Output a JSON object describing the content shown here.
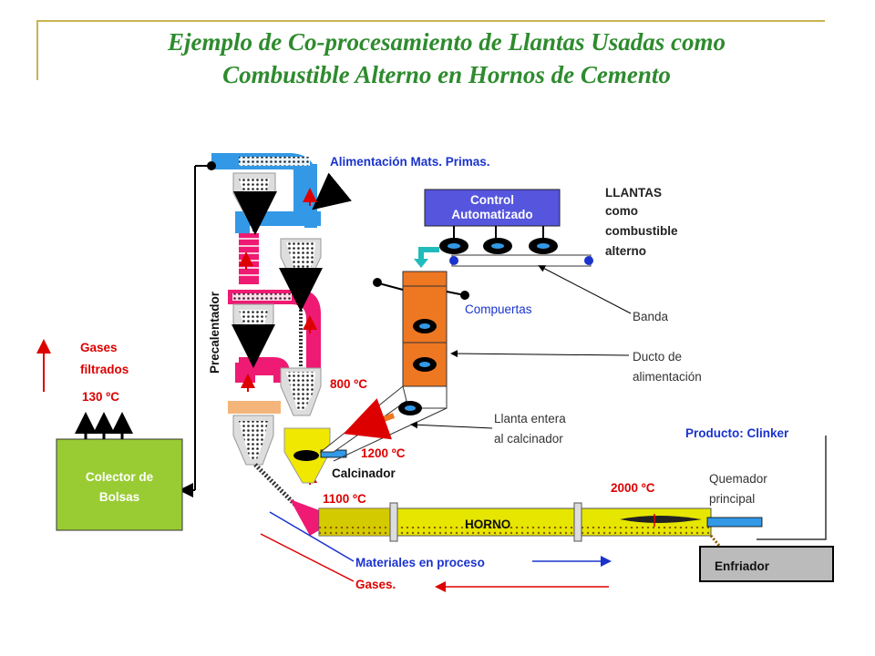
{
  "title": {
    "line1": "Ejemplo de Co-procesamiento de Llantas Usadas como",
    "line2": "Combustible  Alterno en Hornos de Cemento"
  },
  "colors": {
    "title": "#2e8b2e",
    "blue_duct": "#3399e6",
    "pink_duct": "#ee1a73",
    "kiln": "#e6e600",
    "collector": "#99cc33",
    "control_box": "#5555dd",
    "feed_duct": "#ee7722",
    "label_blue": "#1a33cc",
    "label_red": "#dd0000"
  },
  "labels": {
    "alimentacion": "Alimentación  Mats. Primas.",
    "control_line1": "Control",
    "control_line2": "Automatizado",
    "llantas_1": "LLANTAS",
    "llantas_2": "como",
    "llantas_3": "combustible",
    "llantas_4": "alterno",
    "compuertas": "Compuertas",
    "banda": "Banda",
    "ducto_1": "Ducto de",
    "ducto_2": "alimentación",
    "llanta_entera_1": "Llanta entera",
    "llanta_entera_2": "al calcinador",
    "precalentador": "Precalentador",
    "gases_filtrados_1": "Gases",
    "gases_filtrados_2": "filtrados",
    "temp_130": "130 ºC",
    "collector_1": "Colector de",
    "collector_2": "Bolsas",
    "temp_800": "800 ºC",
    "temp_1200": "1200 ºC",
    "calcinador": "Calcinador",
    "temp_1100": "1100 ºC",
    "temp_2000": "2000 ºC",
    "producto": "Producto:  Clinker",
    "quemador_1": "Quemador",
    "quemador_2": "principal",
    "horno": "HORNO",
    "enfriador": "Enfriador",
    "materiales": "Materiales en proceso",
    "gases": "Gases."
  }
}
